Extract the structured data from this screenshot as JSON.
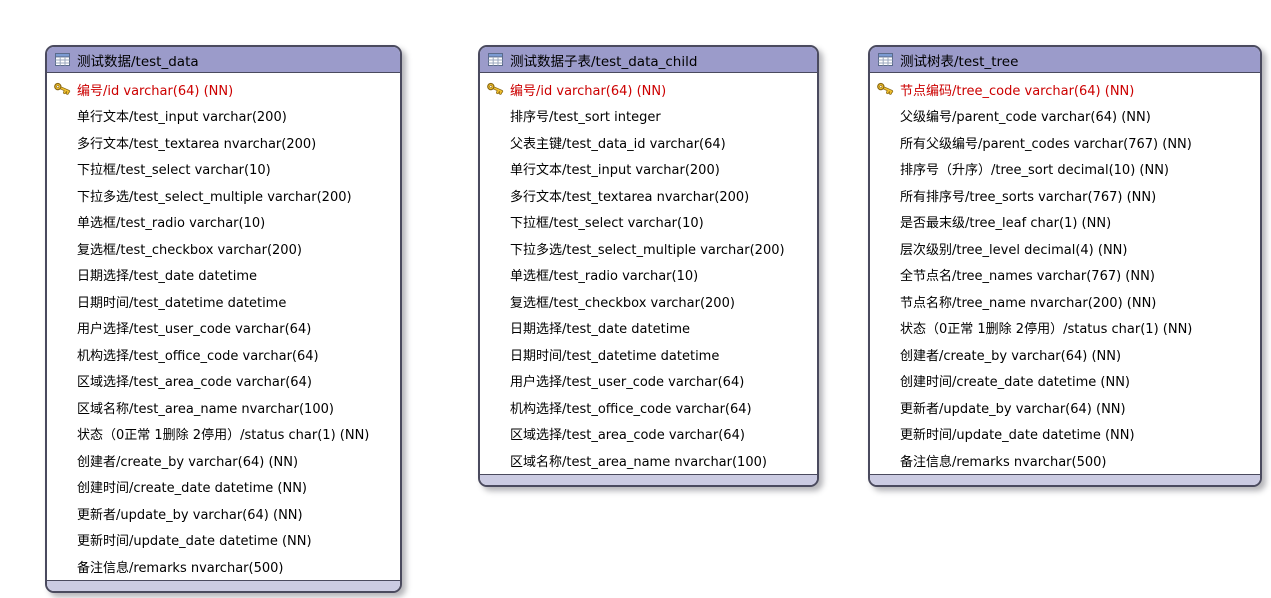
{
  "diagram": {
    "kind": "database-er-diagram",
    "colors": {
      "header": "#9b9bca",
      "footer": "#cbcbe2",
      "border": "#4a4a5e",
      "primary_key_text": "#cc0000",
      "field_text": "#000000",
      "background": "#ffffff"
    },
    "icons": {
      "title_icon": "table-icon",
      "primary_key_icon": "key-icon"
    }
  },
  "tables": [
    {
      "title": "测试数据/test_data",
      "fields": [
        {
          "label": "编号/id varchar(64) (NN)",
          "pk": true
        },
        {
          "label": "单行文本/test_input varchar(200)"
        },
        {
          "label": "多行文本/test_textarea nvarchar(200)"
        },
        {
          "label": "下拉框/test_select varchar(10)"
        },
        {
          "label": "下拉多选/test_select_multiple varchar(200)"
        },
        {
          "label": "单选框/test_radio varchar(10)"
        },
        {
          "label": "复选框/test_checkbox varchar(200)"
        },
        {
          "label": "日期选择/test_date datetime"
        },
        {
          "label": "日期时间/test_datetime datetime"
        },
        {
          "label": "用户选择/test_user_code varchar(64)"
        },
        {
          "label": "机构选择/test_office_code varchar(64)"
        },
        {
          "label": "区域选择/test_area_code varchar(64)"
        },
        {
          "label": "区域名称/test_area_name nvarchar(100)"
        },
        {
          "label": "状态（0正常 1删除 2停用）/status char(1) (NN)"
        },
        {
          "label": "创建者/create_by varchar(64) (NN)"
        },
        {
          "label": "创建时间/create_date datetime (NN)"
        },
        {
          "label": "更新者/update_by varchar(64) (NN)"
        },
        {
          "label": "更新时间/update_date datetime (NN)"
        },
        {
          "label": "备注信息/remarks nvarchar(500)"
        }
      ]
    },
    {
      "title": "测试数据子表/test_data_child",
      "fields": [
        {
          "label": "编号/id varchar(64) (NN)",
          "pk": true
        },
        {
          "label": "排序号/test_sort integer"
        },
        {
          "label": "父表主键/test_data_id varchar(64)"
        },
        {
          "label": "单行文本/test_input varchar(200)"
        },
        {
          "label": "多行文本/test_textarea nvarchar(200)"
        },
        {
          "label": "下拉框/test_select varchar(10)"
        },
        {
          "label": "下拉多选/test_select_multiple varchar(200)"
        },
        {
          "label": "单选框/test_radio varchar(10)"
        },
        {
          "label": "复选框/test_checkbox varchar(200)"
        },
        {
          "label": "日期选择/test_date datetime"
        },
        {
          "label": "日期时间/test_datetime datetime"
        },
        {
          "label": "用户选择/test_user_code varchar(64)"
        },
        {
          "label": "机构选择/test_office_code varchar(64)"
        },
        {
          "label": "区域选择/test_area_code varchar(64)"
        },
        {
          "label": "区域名称/test_area_name nvarchar(100)"
        }
      ]
    },
    {
      "title": "测试树表/test_tree",
      "fields": [
        {
          "label": "节点编码/tree_code varchar(64) (NN)",
          "pk": true
        },
        {
          "label": "父级编号/parent_code varchar(64) (NN)"
        },
        {
          "label": "所有父级编号/parent_codes varchar(767) (NN)"
        },
        {
          "label": "排序号（升序）/tree_sort decimal(10) (NN)"
        },
        {
          "label": "所有排序号/tree_sorts varchar(767) (NN)"
        },
        {
          "label": "是否最末级/tree_leaf char(1) (NN)"
        },
        {
          "label": "层次级别/tree_level decimal(4) (NN)"
        },
        {
          "label": "全节点名/tree_names varchar(767) (NN)"
        },
        {
          "label": "节点名称/tree_name nvarchar(200) (NN)"
        },
        {
          "label": "状态（0正常 1删除 2停用）/status char(1) (NN)"
        },
        {
          "label": "创建者/create_by varchar(64) (NN)"
        },
        {
          "label": "创建时间/create_date datetime (NN)"
        },
        {
          "label": "更新者/update_by varchar(64) (NN)"
        },
        {
          "label": "更新时间/update_date datetime (NN)"
        },
        {
          "label": "备注信息/remarks nvarchar(500)"
        }
      ]
    }
  ]
}
